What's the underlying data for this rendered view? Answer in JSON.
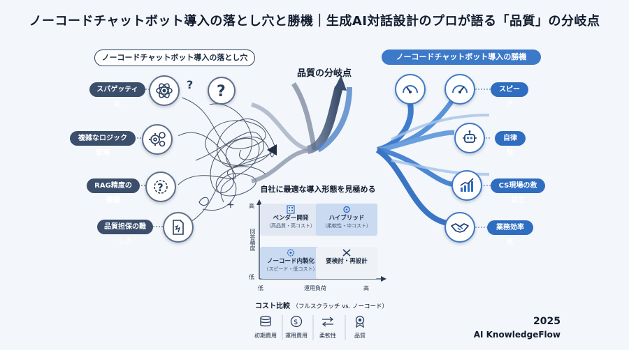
{
  "title": "ノーコードチャットボット導入の落とし穴と勝機｜生成AI対話設計のプロが語る「品質」の分岐点",
  "left_section": {
    "header": "ノーコードチャットボット導入の落とし穴",
    "items": [
      {
        "label": "スパゲッティ化",
        "icon": "tangled-atom-icon"
      },
      {
        "label": "複雑なロジック管理",
        "icon": "gears-icon"
      },
      {
        "label": "RAG精度の課題",
        "icon": "question-gear-icon"
      },
      {
        "label": "品質担保の難しさ",
        "icon": "torn-document-icon"
      }
    ],
    "question_mark": "?"
  },
  "center": {
    "fork_label": "品質の分岐点",
    "matrix": {
      "title": "自社に最適な導入形態を見極める",
      "y_axis": "回答精度",
      "y_high": "高",
      "y_low": "低",
      "x_axis": "運用負荷",
      "x_low": "低",
      "x_high": "高",
      "quadrants": [
        {
          "main": "ベンダー開発",
          "sub": "（高品質・高コスト）",
          "icon": "building-icon"
        },
        {
          "main": "ハイブリッド",
          "sub": "（柔軟性・中コスト）",
          "icon": "gear-link-icon"
        },
        {
          "main": "ノーコード内製化",
          "sub": "（スピード・低コスト）",
          "icon": "gear-icon"
        },
        {
          "main": "要検討・再設計",
          "sub": "",
          "icon": "tools-icon"
        }
      ]
    },
    "cost": {
      "title": "コスト比較",
      "subtitle": "（フルスクラッチ vs. ノーコード）",
      "items": [
        {
          "label": "初期費用",
          "icon": "coins-icon"
        },
        {
          "label": "運用費用",
          "icon": "money-cycle-icon"
        },
        {
          "label": "柔軟性",
          "icon": "swap-arrows-icon"
        },
        {
          "label": "品質",
          "icon": "award-icon"
        }
      ]
    }
  },
  "right_section": {
    "header": "ノーコードチャットボット導入の勝機",
    "items": [
      {
        "label": "スピード",
        "icon": "speedometer-icon"
      },
      {
        "label": "自律性",
        "icon": "robot-icon"
      },
      {
        "label": "CS現場の救世主",
        "icon": "growth-chart-icon"
      },
      {
        "label": "業務効率化",
        "icon": "handshake-icon"
      }
    ],
    "extra_icon": "gauge-icon"
  },
  "brand": {
    "year": "2025",
    "name": "AI KnowledgeFlow"
  },
  "colors": {
    "navy": "#2a3f5f",
    "blue": "#3d79c9",
    "accent": "#2f6dc0"
  }
}
